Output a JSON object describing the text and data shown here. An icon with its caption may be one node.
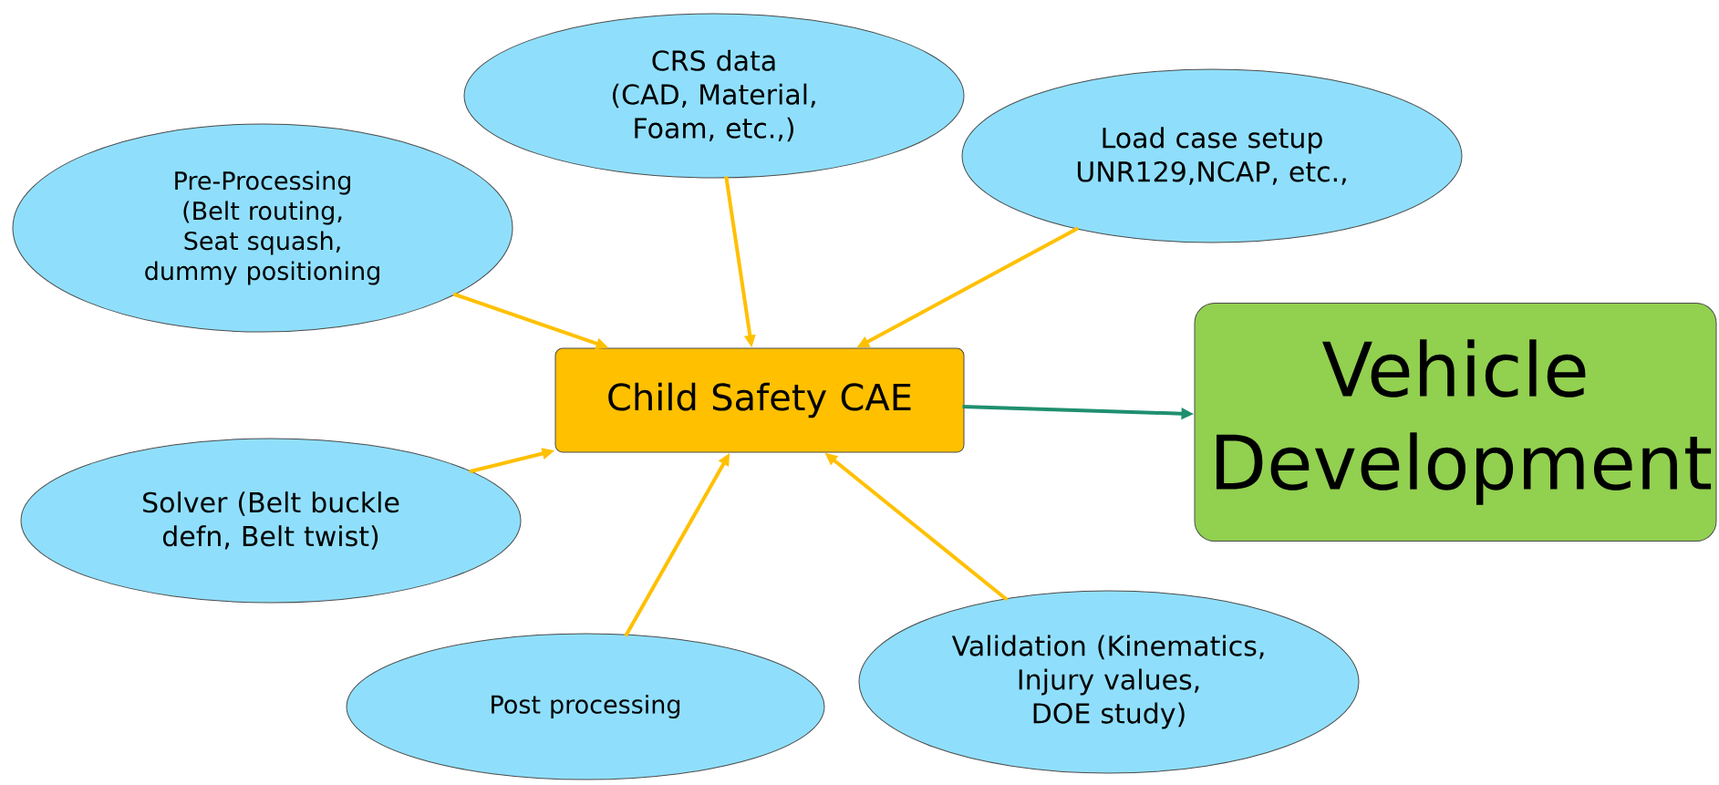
{
  "diagram": {
    "nodes": [
      {
        "text": [
          "CRS data (CAD, Material, Foam, etc.,)"
        ]
      },
      {
        "text": [
          "Pre-Processing (Belt routing, Seat squash, dummy positioning"
        ]
      },
      {
        "text": [
          "Load case setup UNR129,NCAP, etc.,"
        ]
      },
      {
        "text": [
          "Child Safety CAE"
        ]
      },
      {
        "text": [
          "Vehicle Development"
        ]
      },
      {
        "text": [
          "Solver (Belt buckle defn, Belt twist)"
        ]
      },
      {
        "text": [
          "Post processing"
        ]
      },
      {
        "text": [
          "Validation (Kinematics, Injury values, DOE study)"
        ]
      }
    ],
    "edges": [
      {
        "from": 0,
        "to": 3,
        "arrow": "to"
      },
      {
        "from": 1,
        "to": 3,
        "arrow": "to"
      },
      {
        "from": 2,
        "to": 3,
        "arrow": "to"
      },
      {
        "from": 5,
        "to": 3,
        "arrow": "to"
      },
      {
        "from": 6,
        "to": 3,
        "arrow": "to"
      },
      {
        "from": 7,
        "to": 3,
        "arrow": "to"
      },
      {
        "from": 3,
        "to": 4,
        "arrow": "to",
        "color": "#1f8f6f"
      }
    ]
  }
}
